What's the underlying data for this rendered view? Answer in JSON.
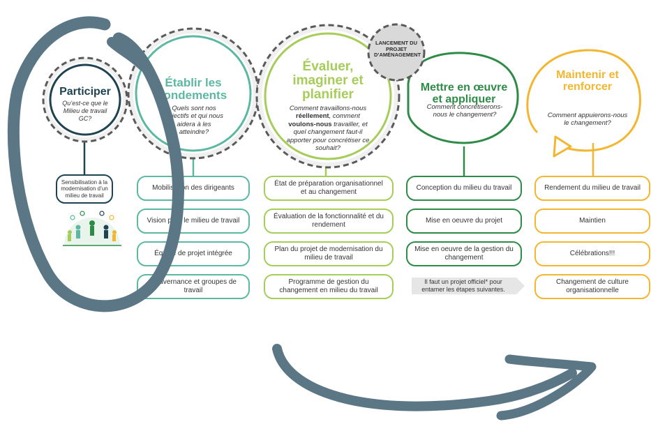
{
  "phases": {
    "participer": {
      "title": "Participer",
      "question": "Qu’est-ce que le Milieu de travail GC?",
      "color": "#1f4350"
    },
    "etablir": {
      "title": "Établir les fondements",
      "question": "Quels sont nos objectifs et qui nous aidera à les atteindre?",
      "color": "#5cb8a2"
    },
    "evaluer": {
      "title": "Évaluer, imaginer et planifier",
      "q1": "Comment travaillons-nous ",
      "q2": "réellement",
      "q3": ", comment ",
      "q4": "voulons-nous",
      "q5": " travailler, et quel changement faut-il apporter pour concrétiser ce souhait?",
      "color": "#a6cc5a"
    },
    "mettre": {
      "title": "Mettre en œuvre et appliquer",
      "question": "Comment concrétiserons-nous le changement?",
      "color": "#2e8b47"
    },
    "maintenir": {
      "title": "Maintenir et renforcer",
      "question": "Comment appuierons-nous le changement?",
      "color": "#f2b631"
    }
  },
  "badge": {
    "label": "LANCEMENT DU PROJET D’AMÉNAGEMENT"
  },
  "participer_box": "Sensibilisation à la modernisation d’un milieu de travail",
  "etablir_boxes": [
    "Mobilisation des dirigeants",
    "Vision pour le milieu de travail",
    "Équipe de projet intégrée",
    "Gouvernance et groupes de travail"
  ],
  "evaluer_boxes": [
    "État de préparation organisationnel et au changement",
    "Évaluation de la fonctionnalité et du rendement",
    "Plan du projet de modernisation du milieu de travail",
    "Programme de gestion du changement en milieu du travail"
  ],
  "mettre_boxes": [
    "Conception du milieu du travail",
    "Mise en oeuvre du projet",
    "Mise en oeuvre de la gestion du changement"
  ],
  "mettre_note": "Il faut un projet officiel* pour entamer les étapes suivantes.",
  "maintenir_boxes": [
    "Rendement du milieu de travail",
    "Maintien",
    "Célébrations!!!",
    "Changement de culture organisationnelle"
  ],
  "colors": {
    "overlay_arrow": "#5b7685",
    "dashed": "#5a5a5a",
    "badge_fill": "#d9d9d9"
  }
}
